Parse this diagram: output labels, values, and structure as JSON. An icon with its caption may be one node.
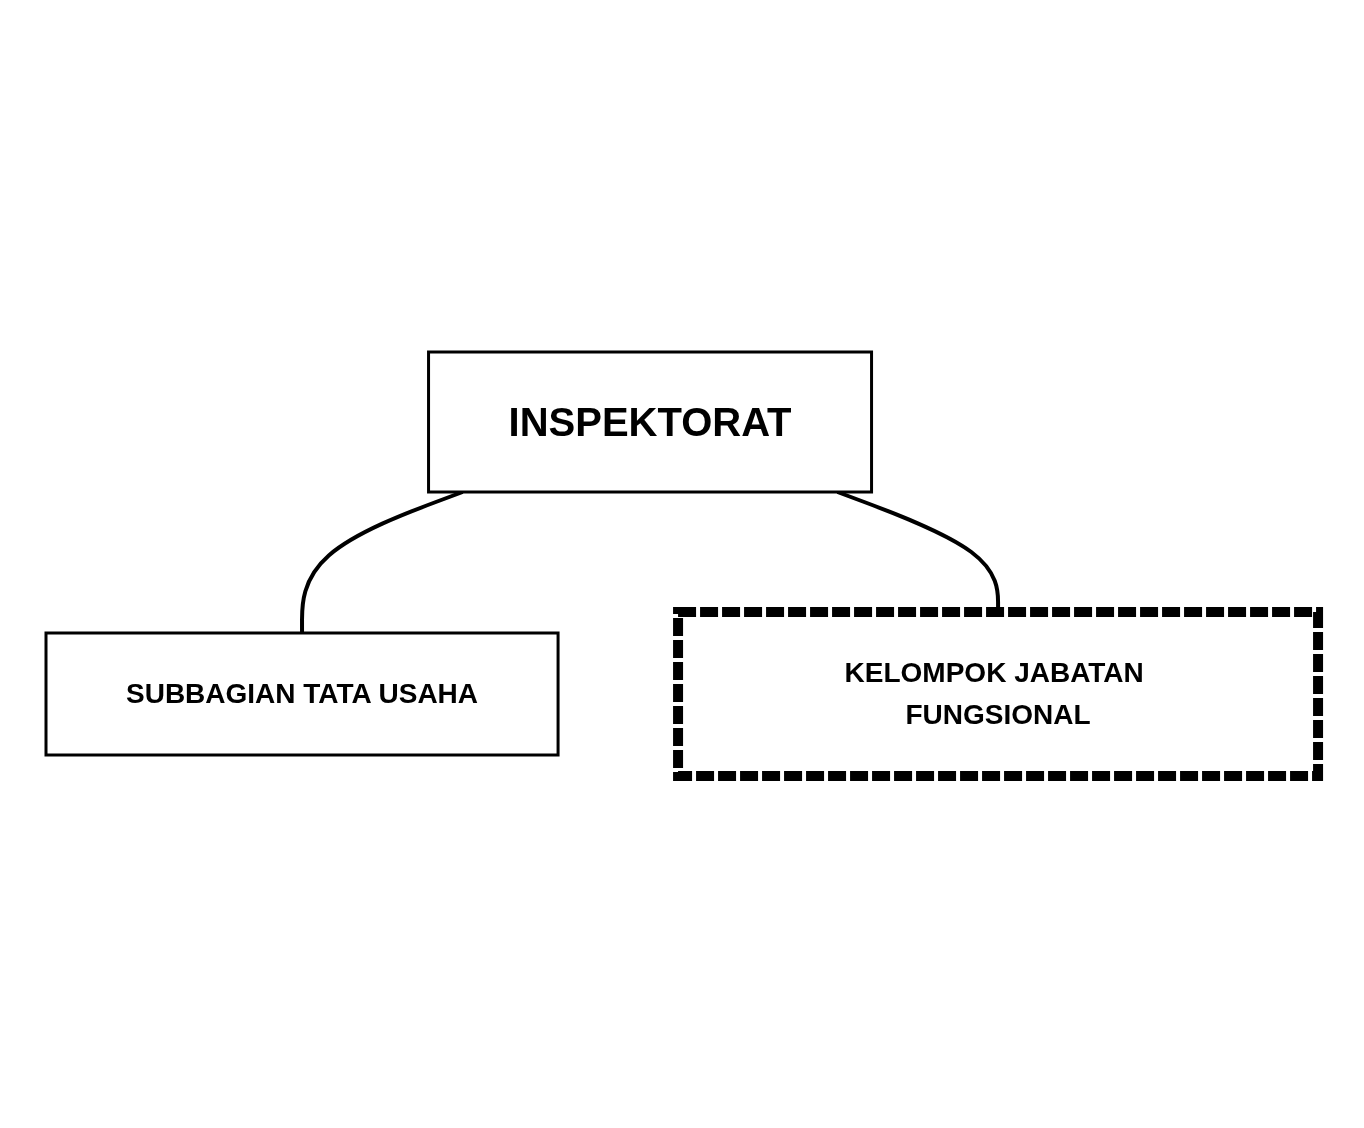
{
  "diagram": {
    "nodes": [
      {
        "text": [
          "INSPEKTORAT"
        ]
      },
      {
        "text": [
          "SUBBAGIAN TATA USAHA"
        ]
      },
      {
        "text": [
          "KELOMPOK JABATAN FUNGSIONAL"
        ]
      }
    ],
    "edges": [
      {
        "from": 0,
        "to": 1,
        "arrow": "none"
      },
      {
        "from": 0,
        "to": 2,
        "arrow": "none"
      }
    ]
  }
}
